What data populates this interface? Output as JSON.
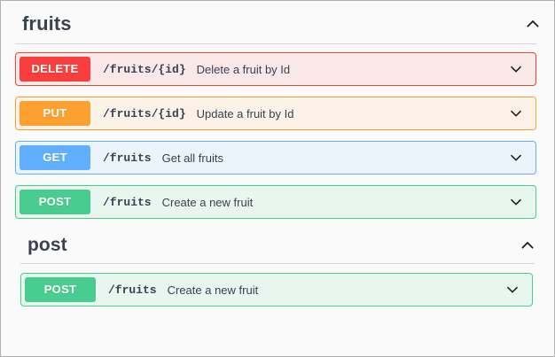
{
  "colors": {
    "get": "#61affe",
    "post": "#49cc90",
    "put": "#fca130",
    "delete": "#f93e3e",
    "title_text": "#3b4151",
    "page_background": "#fafafa"
  },
  "sections": [
    {
      "title": "fruits",
      "collapse_icon": "chevron-up-icon",
      "expanded": true,
      "operations": [
        {
          "method": "DELETE",
          "path": "/fruits/{id}",
          "summary": "Delete a fruit by Id",
          "expand_icon": "chevron-down-icon"
        },
        {
          "method": "PUT",
          "path": "/fruits/{id}",
          "summary": "Update a fruit by Id",
          "expand_icon": "chevron-down-icon"
        },
        {
          "method": "GET",
          "path": "/fruits",
          "summary": "Get all fruits",
          "expand_icon": "chevron-down-icon"
        },
        {
          "method": "POST",
          "path": "/fruits",
          "summary": "Create a new fruit",
          "expand_icon": "chevron-down-icon"
        }
      ]
    },
    {
      "title": "post",
      "collapse_icon": "chevron-up-icon",
      "expanded": true,
      "operations": [
        {
          "method": "POST",
          "path": "/fruits",
          "summary": "Create a new fruit",
          "expand_icon": "chevron-down-icon"
        }
      ]
    }
  ]
}
